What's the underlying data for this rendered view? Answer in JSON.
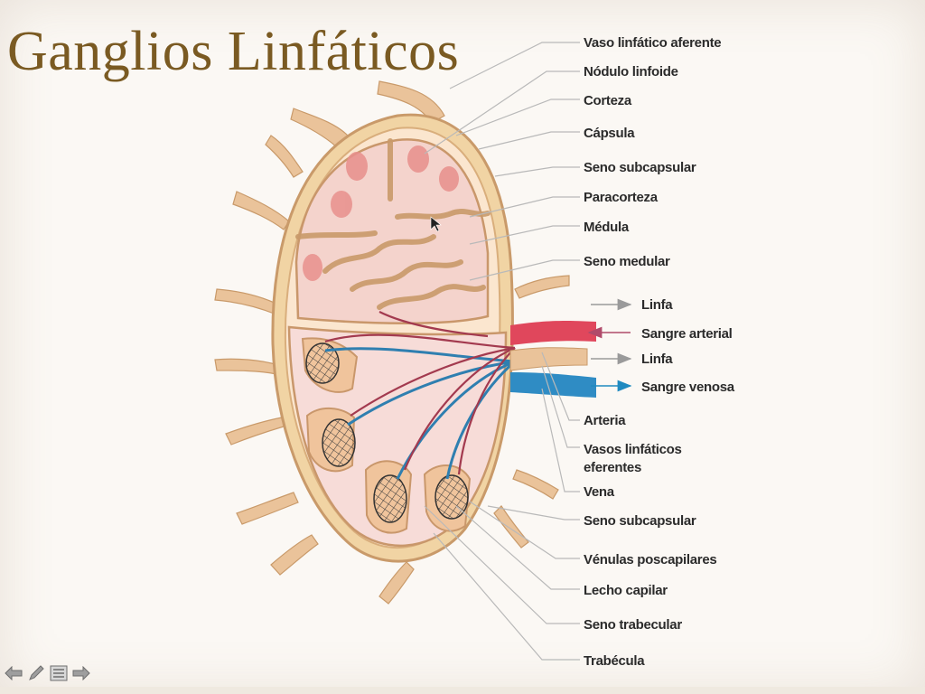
{
  "slide": {
    "title": "Ganglios Linfáticos"
  },
  "labels": {
    "vaso_aferente": "Vaso linfático aferente",
    "nodulo": "Nódulo linfoide",
    "corteza": "Corteza",
    "capsula": "Cápsula",
    "seno_subcapsular_1": "Seno subcapsular",
    "paracorteza": "Paracorteza",
    "medula": "Médula",
    "seno_medular": "Seno medular",
    "linfa_1": "Linfa",
    "sangre_arterial": "Sangre arterial",
    "linfa_2": "Linfa",
    "sangre_venosa": "Sangre venosa",
    "arteria": "Arteria",
    "vasos_eferentes_1": "Vasos linfáticos",
    "vasos_eferentes_2": "eferentes",
    "vena": "Vena",
    "seno_subcapsular_2": "Seno subcapsular",
    "venulas": "Vénulas poscapilares",
    "lecho_capilar": "Lecho capilar",
    "seno_trabecular": "Seno trabecular",
    "trabecula": "Trabécula"
  },
  "colors": {
    "title": "#7a5a22",
    "capsule": "#e9c393",
    "cortex_fill": "#f3d5cf",
    "nodule": "#e88f8c",
    "artery": "#d94a5e",
    "vein": "#2f8cc4",
    "lymph_arrow": "#9a9a9a",
    "arterial_arrow": "#b04a6a",
    "venous_arrow": "#1f8ac0"
  },
  "nav": {
    "icons": [
      "arrow-left-icon",
      "pen-icon",
      "menu-icon",
      "arrow-right-icon"
    ]
  }
}
